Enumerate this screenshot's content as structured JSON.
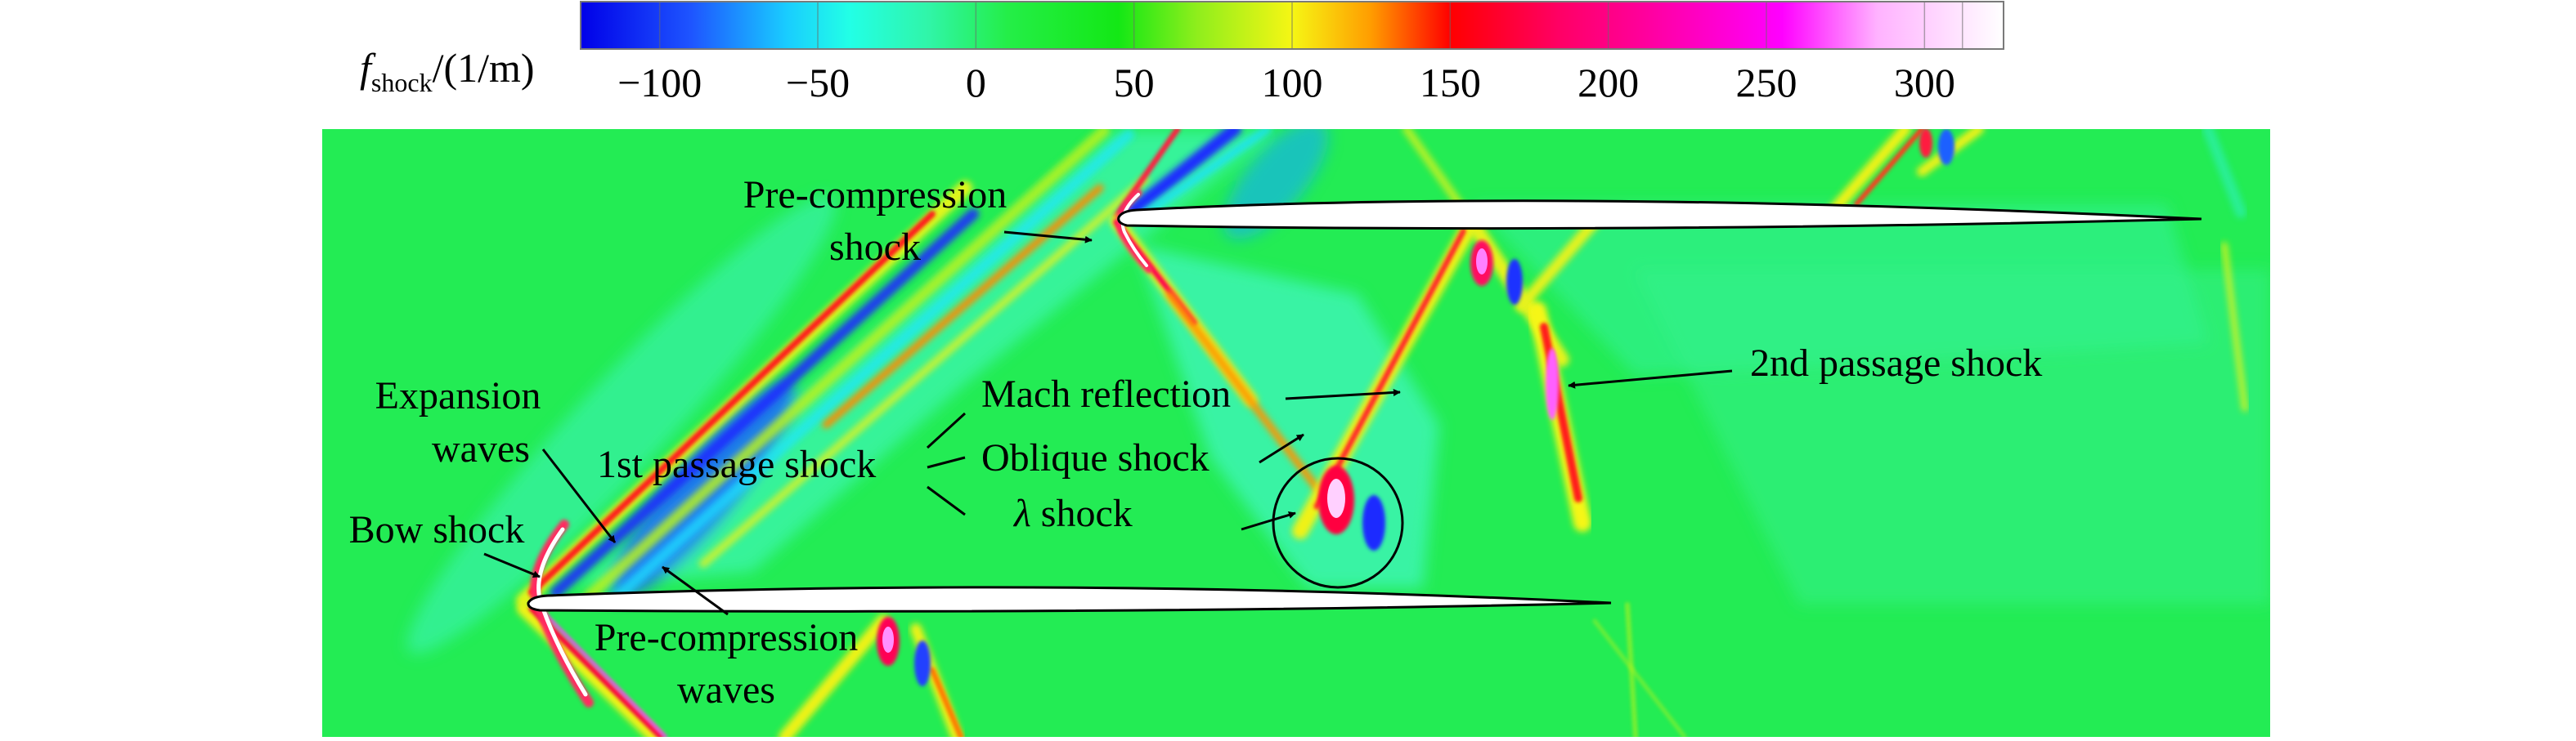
{
  "colorbar": {
    "label_main": "f",
    "label_sub": "shock",
    "label_unit": "/(1/m)",
    "ticks": [
      "−100",
      "−50",
      "0",
      "50",
      "100",
      "150",
      "200",
      "250",
      "300"
    ],
    "tick_values": [
      -100,
      -50,
      0,
      50,
      100,
      150,
      200,
      250,
      300
    ],
    "range": [
      -125,
      325
    ],
    "stops": [
      {
        "value": -125,
        "color": "#0000e8"
      },
      {
        "value": -90,
        "color": "#1e55ff"
      },
      {
        "value": -60,
        "color": "#19ccff"
      },
      {
        "value": -40,
        "color": "#22ffe6"
      },
      {
        "value": -15,
        "color": "#30f5a8"
      },
      {
        "value": 10,
        "color": "#24ee48"
      },
      {
        "value": 45,
        "color": "#13e815"
      },
      {
        "value": 70,
        "color": "#8fee1c"
      },
      {
        "value": 100,
        "color": "#f6f614"
      },
      {
        "value": 125,
        "color": "#ff9c00"
      },
      {
        "value": 150,
        "color": "#ff0000"
      },
      {
        "value": 185,
        "color": "#ff0066"
      },
      {
        "value": 210,
        "color": "#ff0099"
      },
      {
        "value": 255,
        "color": "#ff00ff"
      },
      {
        "value": 285,
        "color": "#ffb2ff"
      },
      {
        "value": 325,
        "color": "#ffffff"
      }
    ]
  },
  "colors": {
    "background": "#23ec54",
    "blade": "#ffffff",
    "outline": "#000000"
  },
  "annotations": {
    "pre_compression_shock_1": "Pre-compression",
    "pre_compression_shock_2": "shock",
    "expansion_waves_1": "Expansion",
    "expansion_waves_2": "waves",
    "bow_shock": "Bow shock",
    "pre_compression_waves_1": "Pre-compression",
    "pre_compression_waves_2": "waves",
    "first_passage_shock": "1st passage shock",
    "mach_reflection": "Mach reflection",
    "oblique_shock": "Oblique shock",
    "lambda_shock_symbol": "λ",
    "lambda_shock_text": "shock",
    "second_passage_shock": "2nd passage shock"
  }
}
